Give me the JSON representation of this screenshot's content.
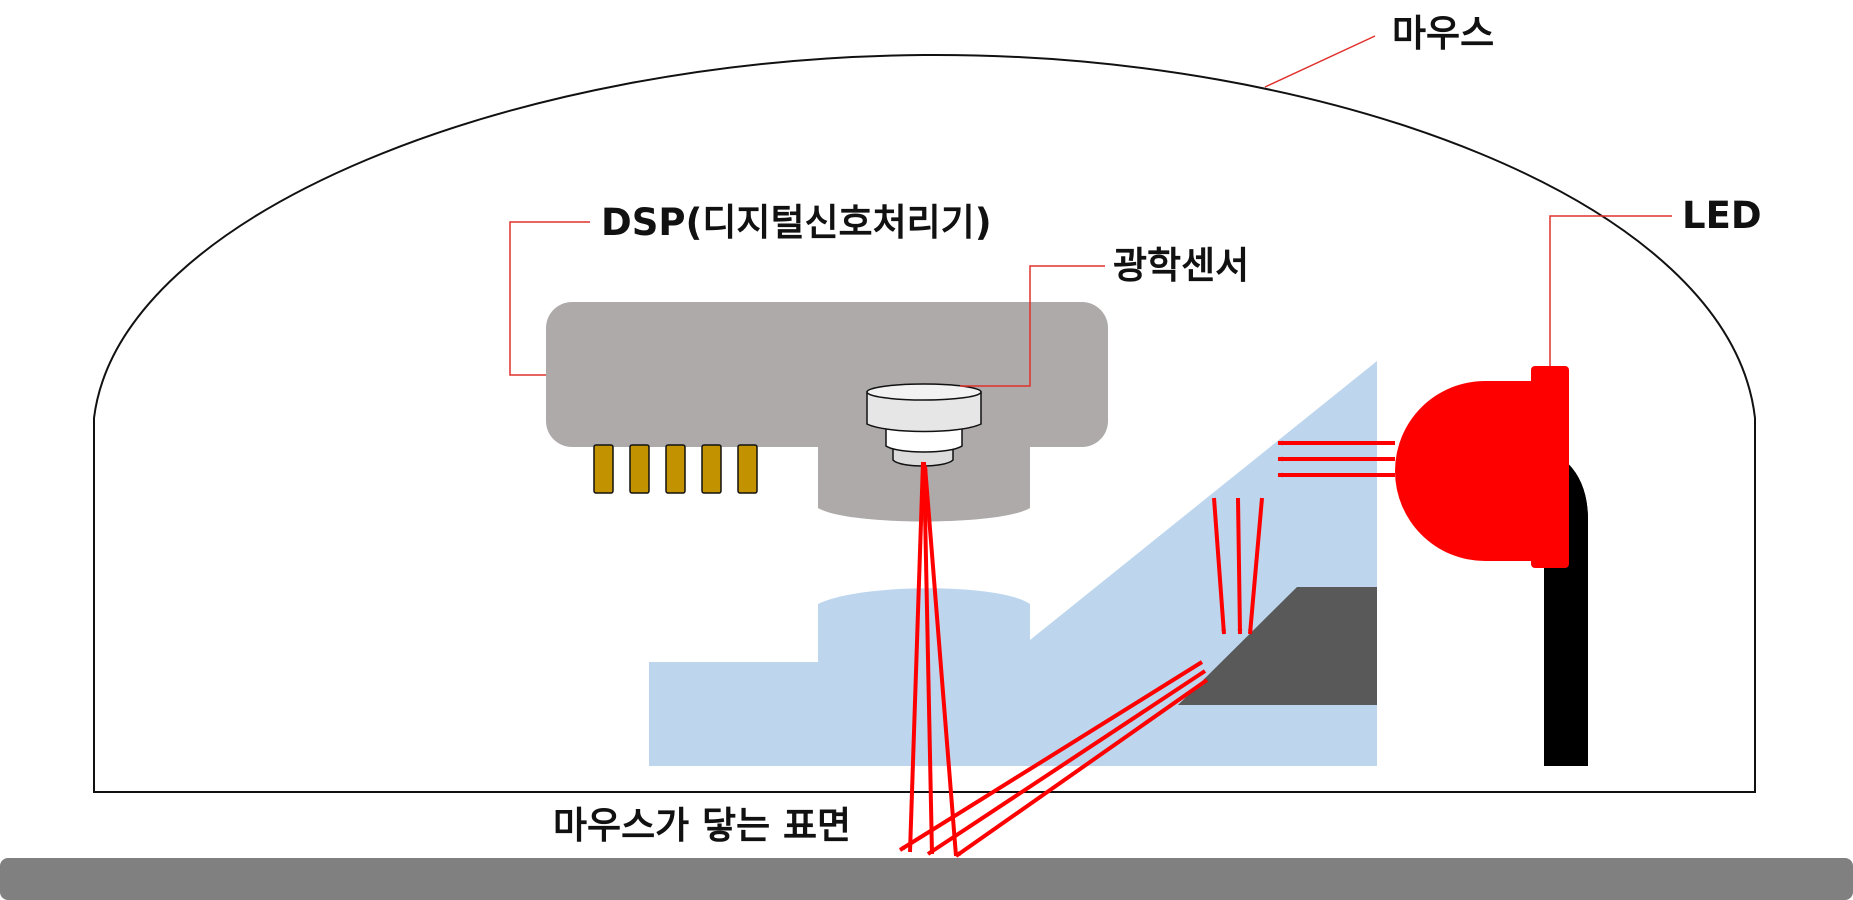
{
  "labels": {
    "mouse": "마우스",
    "dsp": "DSP(디지털신호처리기)",
    "sensor": "광학센서",
    "led": "LED",
    "surface": "마우스가 닿는 표면"
  },
  "colors": {
    "shell_stroke": "#111111",
    "dsp_body": "#aeaaaa",
    "pins": "#c29200",
    "lens_light_blue": "#bdd6ee",
    "prism_dark": "#595959",
    "led_red": "#ff0000",
    "led_lead": "#000000",
    "ray_red": "#ff0000",
    "leader_line": "#e0302c",
    "surface_gray": "#808080"
  }
}
